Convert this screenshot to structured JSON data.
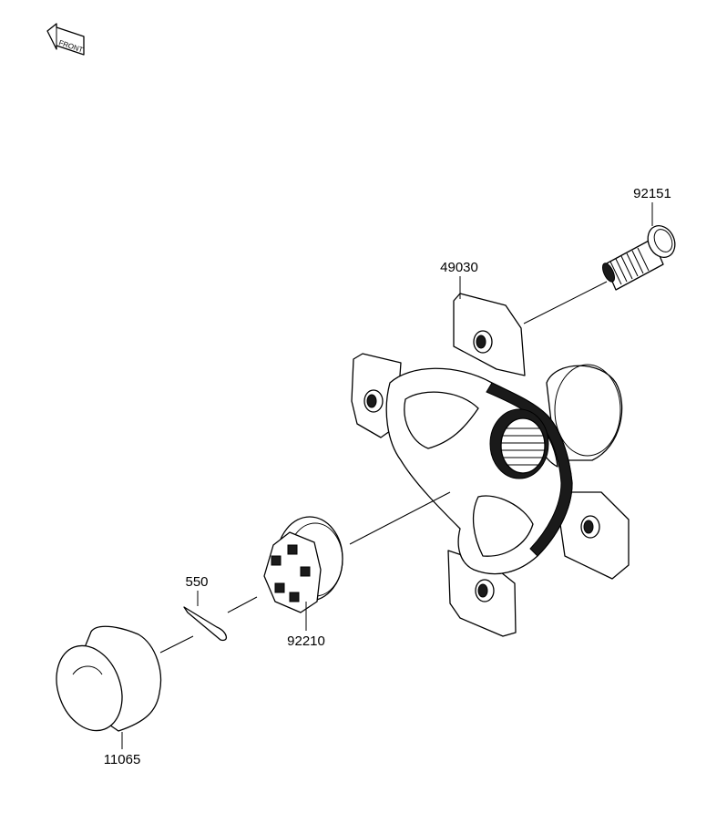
{
  "diagram": {
    "front_badge": "FRONT",
    "parts": [
      {
        "id": "92151",
        "label": "92151"
      },
      {
        "id": "49030",
        "label": "49030"
      },
      {
        "id": "550",
        "label": "550"
      },
      {
        "id": "92210",
        "label": "92210"
      },
      {
        "id": "11065",
        "label": "11065"
      }
    ]
  },
  "colors": {
    "ink": "#000000",
    "background": "#ffffff"
  }
}
